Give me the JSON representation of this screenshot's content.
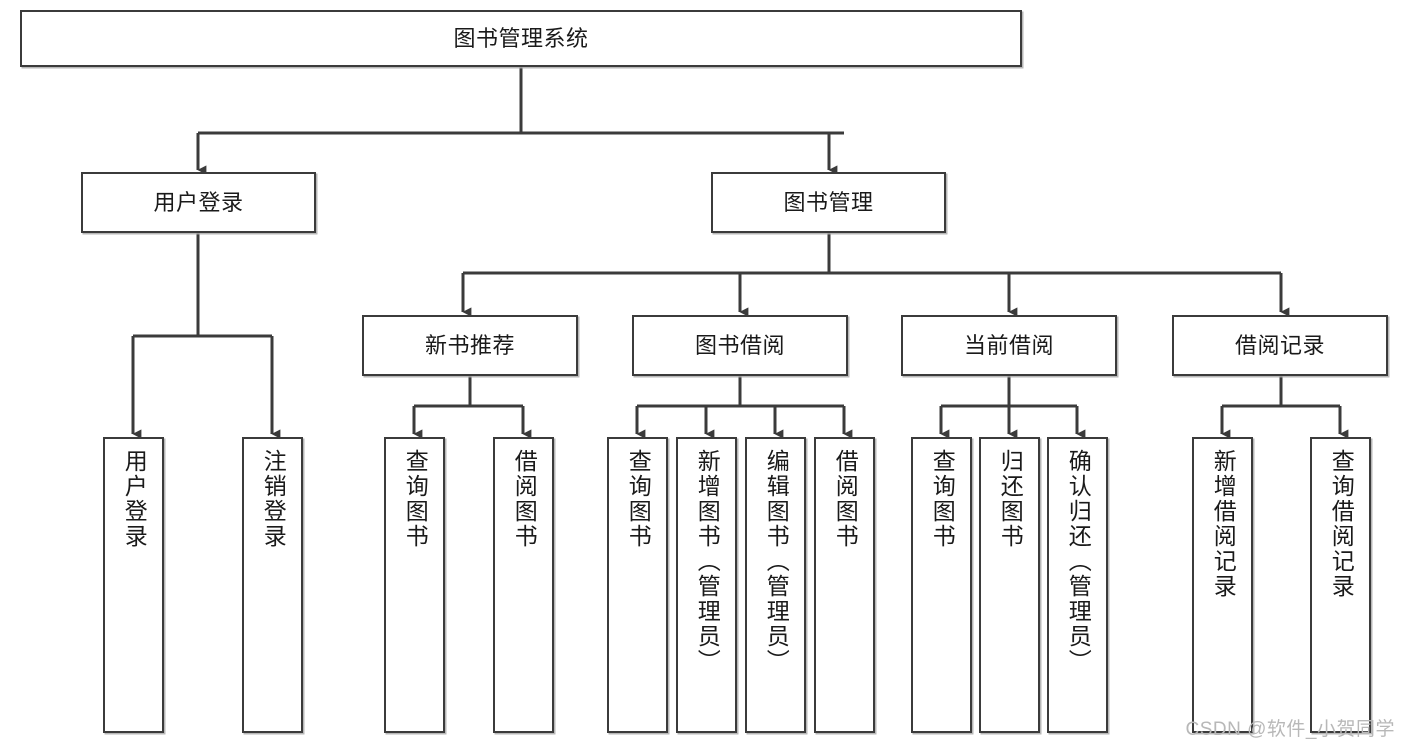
{
  "diagram": {
    "type": "tree",
    "title": "图书管理系统",
    "root": {
      "id": "root",
      "label": "图书管理系统"
    },
    "level2": [
      {
        "id": "user-login",
        "label": "用户登录"
      },
      {
        "id": "book-manage",
        "label": "图书管理"
      }
    ],
    "level3": [
      {
        "id": "new-book-recommend",
        "label": "新书推荐",
        "parent": "book-manage"
      },
      {
        "id": "book-borrow",
        "label": "图书借阅",
        "parent": "book-manage"
      },
      {
        "id": "current-borrow",
        "label": "当前借阅",
        "parent": "book-manage"
      },
      {
        "id": "borrow-record",
        "label": "借阅记录",
        "parent": "book-manage"
      }
    ],
    "leaves": [
      {
        "id": "leaf-user-login",
        "label": "用户登录",
        "parent": "user-login"
      },
      {
        "id": "leaf-user-logout",
        "label": "注销登录",
        "parent": "user-login"
      },
      {
        "id": "leaf-query-book-1",
        "label": "查询图书",
        "parent": "new-book-recommend"
      },
      {
        "id": "leaf-borrow-book-1",
        "label": "借阅图书",
        "parent": "new-book-recommend"
      },
      {
        "id": "leaf-query-book-2",
        "label": "查询图书",
        "parent": "book-borrow"
      },
      {
        "id": "leaf-add-book",
        "label": "新增图书（管理员）",
        "parent": "book-borrow"
      },
      {
        "id": "leaf-edit-book",
        "label": "编辑图书（管理员）",
        "parent": "book-borrow"
      },
      {
        "id": "leaf-borrow-book-2",
        "label": "借阅图书",
        "parent": "book-borrow"
      },
      {
        "id": "leaf-query-book-3",
        "label": "查询图书",
        "parent": "current-borrow"
      },
      {
        "id": "leaf-return-book",
        "label": "归还图书",
        "parent": "current-borrow"
      },
      {
        "id": "leaf-confirm-return",
        "label": "确认归还（管理员）",
        "parent": "current-borrow"
      },
      {
        "id": "leaf-add-record",
        "label": "新增借阅记录",
        "parent": "borrow-record"
      },
      {
        "id": "leaf-query-record",
        "label": "查询借阅记录",
        "parent": "borrow-record"
      }
    ],
    "colors": {
      "stroke": "#3b3b3b",
      "fill": "#ffffff",
      "text": "#1a1a1a",
      "watermark": "#b8b8b8"
    }
  },
  "watermark": {
    "text": "CSDN @软件_小贺同学"
  }
}
